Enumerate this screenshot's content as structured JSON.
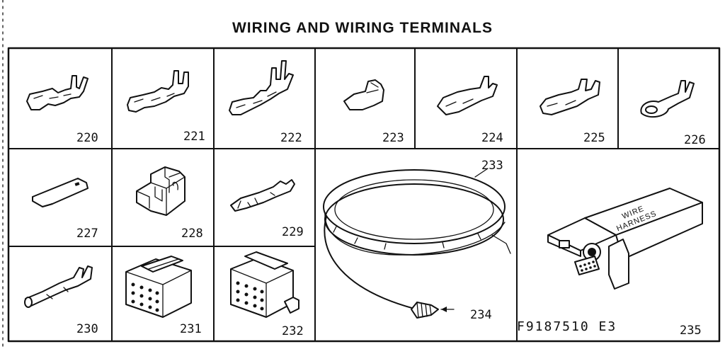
{
  "title": "WIRING AND WIRING TERMINALS",
  "parts": [
    {
      "number": "220"
    },
    {
      "number": "221"
    },
    {
      "number": "222"
    },
    {
      "number": "223"
    },
    {
      "number": "224"
    },
    {
      "number": "225"
    },
    {
      "number": "226"
    },
    {
      "number": "227"
    },
    {
      "number": "228"
    },
    {
      "number": "229"
    },
    {
      "number": "230"
    },
    {
      "number": "231"
    },
    {
      "number": "232"
    },
    {
      "number": "233"
    },
    {
      "number": "234"
    },
    {
      "number": "235"
    }
  ],
  "harness_label": "WIRE HARNESS",
  "drawing_code": "F9187510 E3"
}
